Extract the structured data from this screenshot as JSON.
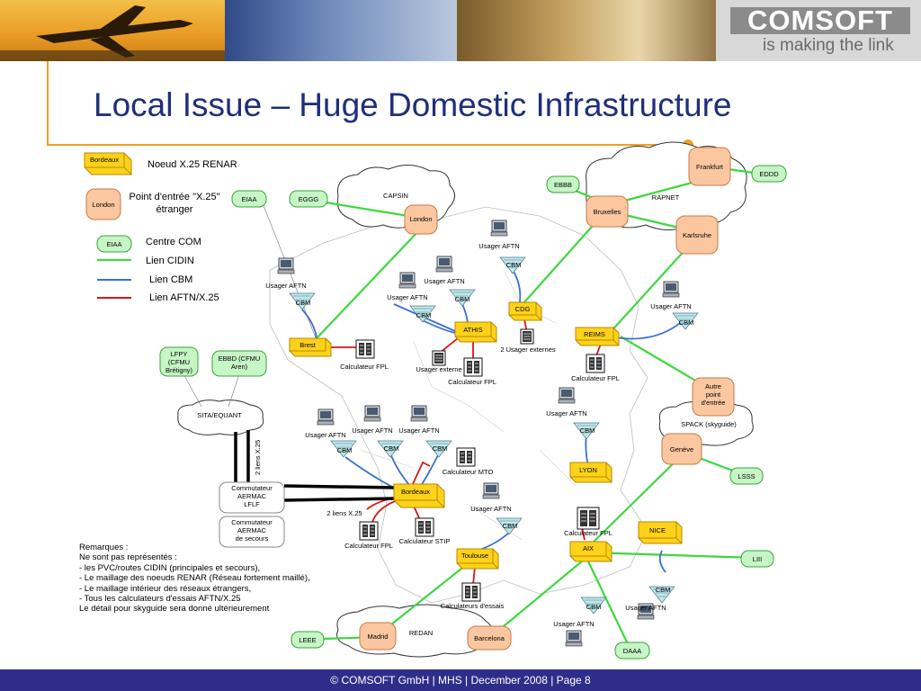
{
  "header": {
    "logo_text": "COMSOFT",
    "tagline": "is making the link",
    "title": "Local Issue – Huge Domestic Infrastructure"
  },
  "legend": {
    "renar_node": "Bordeaux",
    "renar_desc": "Noeud X.25 RENAR",
    "entry_node": "London",
    "entry_desc_1": "Point d'entrée \"X.25\"",
    "entry_desc_2": "étranger",
    "com_node": "EIAA",
    "com_desc": "Centre COM",
    "cidin": "Lien CIDIN",
    "cbm": "Lien CBM",
    "aftn": "Lien AFTN/X.25"
  },
  "clouds": {
    "capsin": "CAPSIN",
    "rapnet": "RAPNET",
    "spack": "SPACK (skyguide)",
    "redan": "REDAN",
    "sita": "SITA/EQUANT"
  },
  "renar_nodes": {
    "brest": "Brest",
    "athis": "ATHIS",
    "cdg": "CDG",
    "reims": "REIMS",
    "bordeaux": "Bordeaux",
    "lyon": "LYON",
    "nice": "NICE",
    "aix": "AIX",
    "toulouse": "Toulouse"
  },
  "entry_points": {
    "london": "London",
    "bruxelles": "Bruxelles",
    "frankfurt": "Frankfurt",
    "karlsruhe": "Karlsruhe",
    "autre_1": "Autre",
    "autre_2": "point",
    "autre_3": "d'entrée",
    "geneve": "Genève",
    "madrid": "Madrid",
    "barcelona": "Barcelona"
  },
  "com_centres": {
    "eiaa": "EIAA",
    "eggg": "EGGG",
    "ebbb": "EBBB",
    "eddd": "EDDD",
    "lsss": "LSSS",
    "liii": "LIII",
    "daaa": "DAAA",
    "leee": "LEEE",
    "lfpy_1": "LFPY",
    "lfpy_2": "(CFMU",
    "lfpy_3": "Brétigny)",
    "ebbd_1": "EBBD (CFMU",
    "ebbd_2": "Aren)"
  },
  "switches": {
    "lflf_1": "Commutateur",
    "lflf_2": "AERMAC",
    "lflf_3": "LFLF",
    "secours_1": "Commutateur",
    "secours_2": "AERMAC",
    "secours_3": "de secours"
  },
  "labels": {
    "usager_aftn": "Usager AFTN",
    "cbm": "CBM",
    "calc_fpl": "Calculateur FPL",
    "calc_mto": "Calculateur MTO",
    "calc_stip": "Calculateur STIP",
    "calc_essais": "Calculateurs d'essais",
    "usager_externe": "Usager externe",
    "usagers_externes_2": "2 Usager externes",
    "liens_x25_a": "2 liens X.25",
    "liens_x25_b": "2 liens X.25"
  },
  "remarks": [
    "Remarques :",
    "Ne sont pas représentés :",
    "- les PVC/routes CIDIN (principales et secours),",
    "- Le maillage des noeuds RENAR (Réseau fortement maillé),",
    "- Le maillage intérieur des réseaux étrangers,",
    "- Tous les calculateurs d'essais AFTN/X.25",
    "Le détail pour skyguide sera donné ultérieurement"
  ],
  "footer": "© COMSOFT GmbH | MHS | December 2008 | Page 8",
  "colors": {
    "title": "#1f2f7a",
    "accent": "#f0a020",
    "renar_node": "#ffd21a",
    "entry_point": "#fbc7a0",
    "com_centre": "#c6f5c6",
    "cidin": "#3ed83e",
    "cbm": "#3a6fd8",
    "aftn": "#d81818",
    "footer_bg": "#2e2e8a"
  }
}
